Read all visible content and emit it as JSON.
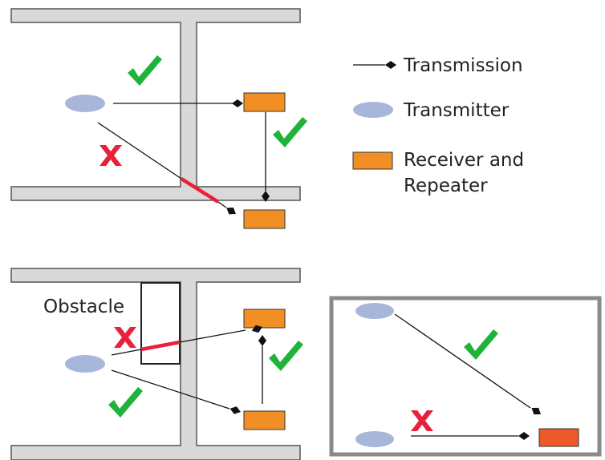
{
  "colors": {
    "wall_fill": "#d9d9d9",
    "wall_stroke": "#555555",
    "transmitter": "#a9b6db",
    "receiver": "#f18f24",
    "receiver_alt": "#ec5a2a",
    "blocked": "#e8203a",
    "ok": "#1fb33a",
    "line": "#111111",
    "frame": "#8a8a8a"
  },
  "legend": {
    "transmission": "Transmission",
    "transmitter": "Transmitter",
    "receiver_line1": "Receiver and",
    "receiver_line2": "Repeater"
  },
  "obstacle_label": "Obstacle",
  "icons": {
    "ok": "checkmark-icon",
    "blocked": "cross-icon"
  }
}
